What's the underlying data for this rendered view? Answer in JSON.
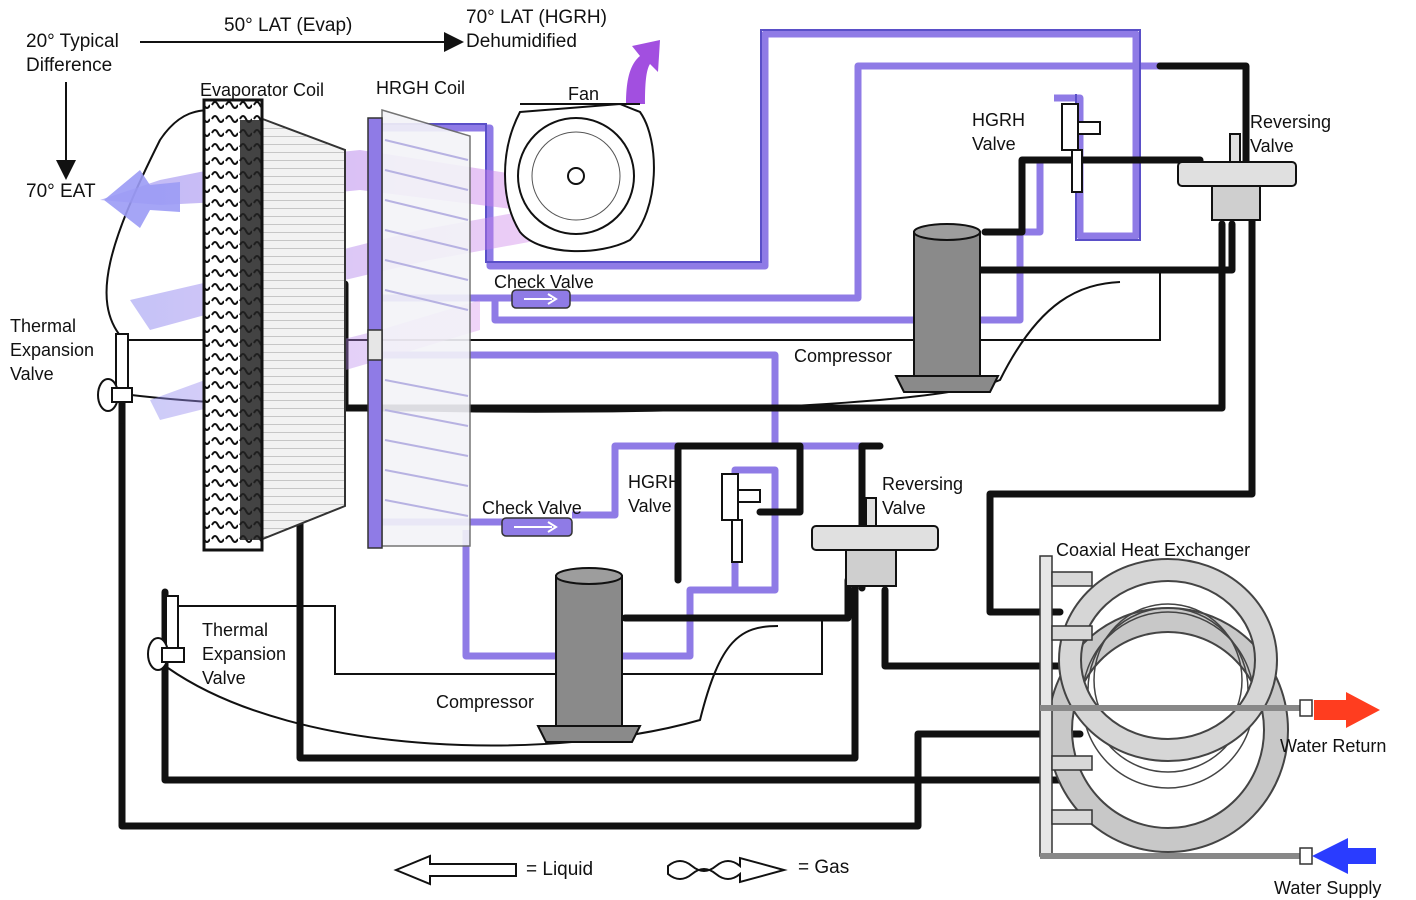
{
  "labels": {
    "typical_difference": "20° Typical\nDifference",
    "lat_evap": "50° LAT (Evap)",
    "lat_hgrh": "70° LAT (HGRH)\nDehumidified",
    "eat": "70° EAT",
    "evaporator_coil": "Evaporator Coil",
    "hrgh_coil": "HRGH Coil",
    "fan": "Fan",
    "hgrh_valve_top": "HGRH\nValve",
    "reversing_valve_top": "Reversing\nValve",
    "check_valve_top": "Check Valve",
    "compressor_top": "Compressor",
    "thermal_expansion_valve_top": "Thermal\nExpansion\nValve",
    "hgrh_valve_bottom": "HGRH\nValve",
    "reversing_valve_bottom": "Reversing\nValve",
    "check_valve_bottom": "Check Valve",
    "compressor_bottom": "Compressor",
    "thermal_expansion_valve_bottom": "Thermal\nExpansion\nValve",
    "coaxial_heat_exchanger": "Coaxial Heat Exchanger",
    "water_return": "Water Return",
    "water_supply": "Water Supply"
  },
  "legend": {
    "liquid": "= Liquid",
    "gas": "= Gas"
  },
  "colors": {
    "refrigerant_line": "#111111",
    "hot_gas_line": "#8f7be6",
    "air_flow": "#c77ee8",
    "warm_air": "#a24fe0",
    "water_return": "#ff3d1f",
    "water_supply": "#2a3cff",
    "compressor": "#8a8a8a",
    "coil": "#d9d9d9"
  }
}
